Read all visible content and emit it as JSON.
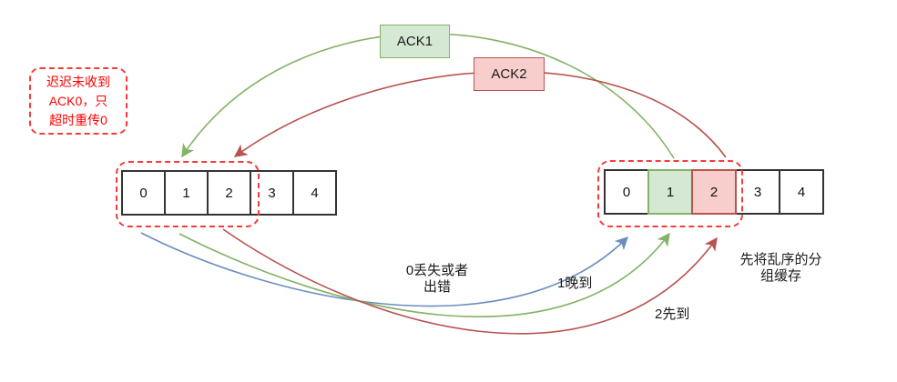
{
  "ack_labels": {
    "ack1": "ACK1",
    "ack2": "ACK2"
  },
  "timeout_note": {
    "line1": "迟迟未收到",
    "line2": "ACK0，只",
    "line3": "超时重传0"
  },
  "windows": {
    "sender": {
      "cells": [
        "0",
        "1",
        "2",
        "3",
        "4"
      ]
    },
    "receiver": {
      "cells": [
        "0",
        "1",
        "2",
        "3",
        "4"
      ]
    }
  },
  "labels": {
    "loss_line1": "0丢失或者",
    "loss_line2": "出错",
    "late": "1晚到",
    "first": "2先到",
    "buffer_line1": "先将乱序的分",
    "buffer_line2": "组缓存"
  },
  "colors": {
    "green_fill": "#d5e8d4",
    "green_stroke": "#82b366",
    "red_fill": "#f8cecc",
    "red_stroke": "#b85450",
    "blue_stroke": "#6c8ebf",
    "dashed_red": "#f53b3b",
    "cell_border": "#333333",
    "text": "#1a1a1a"
  }
}
